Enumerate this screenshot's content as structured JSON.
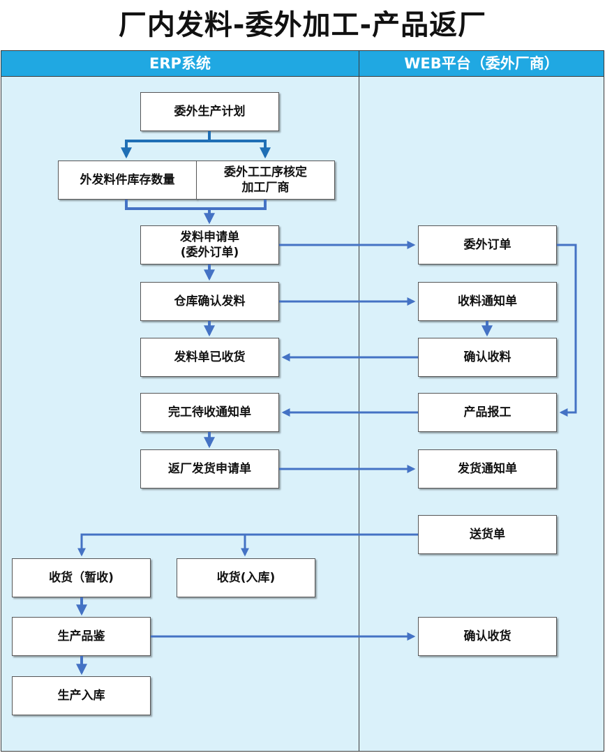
{
  "title": "厂内发料-委外加工-产品返厂",
  "lanes": {
    "erp": "ERP系统",
    "web": "WEB平台（委外厂商）"
  },
  "nodes": {
    "n1": "委外生产计划",
    "n2a": "外发料件库存数量",
    "n2b": "委外工工序核定\n加工厂商",
    "n3": "发料申请单\n(委外订单)",
    "n4": "仓库确认发料",
    "n5": "发料单已收货",
    "n6": "完工待收通知单",
    "n7": "返厂发货申请单",
    "n8": "收货（暂收)",
    "n9": "收货(入库)",
    "n10": "生产品鉴",
    "n11": "生产入库",
    "w1": "委外订单",
    "w2": "收料通知单",
    "w3": "确认收料",
    "w4": "产品报工",
    "w5": "发货通知单",
    "w6": "送货单",
    "w7": "确认收货"
  },
  "colors": {
    "arrow": "#4472c4",
    "arrow_strong": "#1f6fb5",
    "lane_header": "#20a8e2",
    "lane_bg": "#daf1fa"
  }
}
